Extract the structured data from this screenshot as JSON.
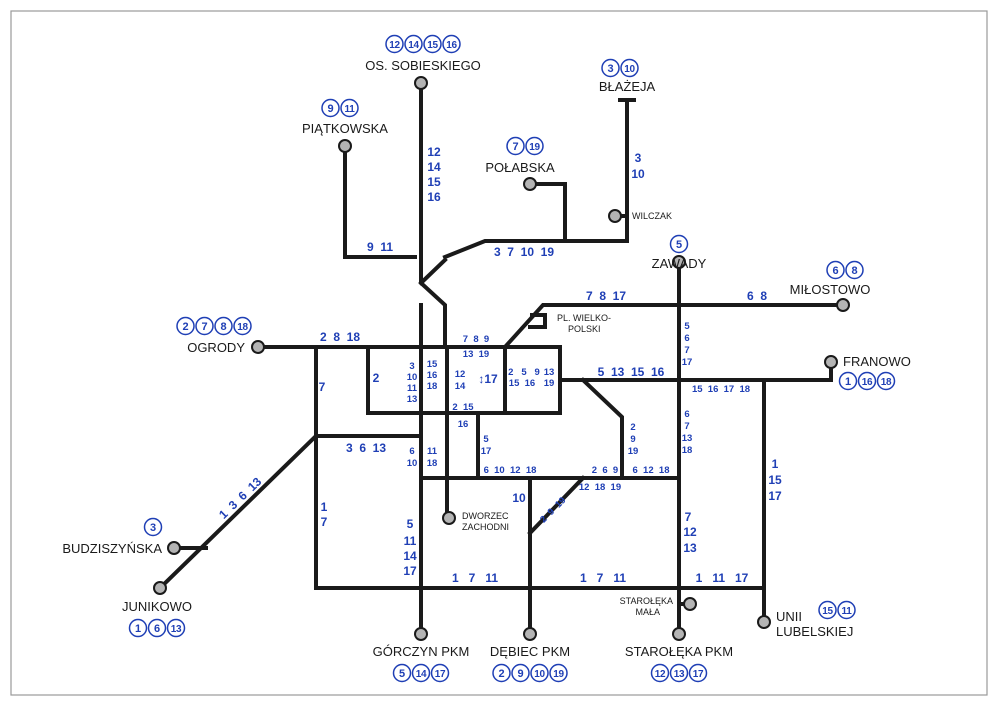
{
  "terminals": {
    "os_sobieskiego": {
      "name": "OS. SOBIESKIEGO",
      "lines": [
        "12",
        "14",
        "15",
        "16"
      ]
    },
    "blazeja": {
      "name": "BŁAŻEJA",
      "lines": [
        "3",
        "10"
      ]
    },
    "piatkowska": {
      "name": "PIĄTKOWSKA",
      "lines": [
        "9",
        "11"
      ]
    },
    "polabska": {
      "name": "POŁABSKA",
      "lines": [
        "7",
        "19"
      ]
    },
    "zawady": {
      "name": "ZAWADY",
      "lines": [
        "5"
      ]
    },
    "milostowo": {
      "name": "MIŁOSTOWO",
      "lines": [
        "6",
        "8"
      ]
    },
    "ogrody": {
      "name": "OGRODY",
      "lines": [
        "2",
        "7",
        "8",
        "18"
      ]
    },
    "franowo": {
      "name": "FRANOWO",
      "lines": [
        "1",
        "16",
        "18"
      ]
    },
    "budziszynska": {
      "name": "BUDZISZYŃSKA",
      "lines": [
        "3"
      ]
    },
    "junikowo": {
      "name": "JUNIKOWO",
      "lines": [
        "1",
        "6",
        "13"
      ]
    },
    "unii_lubelskiej": {
      "name1": "UNII",
      "name2": "LUBELSKIEJ",
      "lines": [
        "15",
        "11"
      ]
    },
    "gorczyn": {
      "name": "GÓRCZYN PKM",
      "lines": [
        "5",
        "14",
        "17"
      ]
    },
    "debiec": {
      "name": "DĘBIEC PKM",
      "lines": [
        "2",
        "9",
        "10",
        "19"
      ]
    },
    "staroleka_pkm": {
      "name": "STAROŁĘKA PKM",
      "lines": [
        "12",
        "13",
        "17"
      ]
    }
  },
  "stops": {
    "wilczak": "WILCZAK",
    "pl_wielkopolski_1": "PL. WIELKO-",
    "pl_wielkopolski_2": "POLSKI",
    "dworzec_1": "DWORZEC",
    "dworzec_2": "ZACHODNI",
    "staroleka_mala_1": "STAROŁĘKA",
    "staroleka_mala_2": "MAŁA"
  },
  "segment_labels": {
    "sobieskiego_trunk": [
      "12",
      "14",
      "15",
      "16"
    ],
    "blazeja_trunk": [
      "3",
      "10"
    ],
    "piatkowska_h": "9  11",
    "north_trunk": "3  7  10  19",
    "milostowo_trunk": "7  8  17",
    "milostowo_end": "6  8",
    "ogrody_trunk": "2  8  18",
    "center_top_1": "7  8  9",
    "center_top_2": "13  19",
    "center_left": "2",
    "center_col_a": [
      "3",
      "10",
      "11",
      "13"
    ],
    "center_col_b": [
      "15",
      "16",
      "18"
    ],
    "center_col_c": [
      "12",
      "14"
    ],
    "center_17": "↕17",
    "center_bottom": "2  15",
    "center_16": "16",
    "east_box_1": "2   5   9",
    "east_box_2": "15  16",
    "east_box_3": "13",
    "east_box_4": "19",
    "franowo_trunk": "5  13  15  16",
    "franowo_trunk_2": "15  16  17  18",
    "zawady_trunk": [
      "5",
      "6",
      "7",
      "17"
    ],
    "zawady_south": [
      "6",
      "7",
      "13",
      "18"
    ],
    "west_7": "7",
    "west_3613": "3  6  13",
    "mid_col_6": [
      "6",
      "11"
    ],
    "mid_col_10": [
      "10",
      "18"
    ],
    "col_517": [
      "5",
      "17"
    ],
    "row_61012": "6  10  12  18",
    "row_269": "2  6  9",
    "row_61218": "6  12  18",
    "row_121819": "12  18  19",
    "diag_2919": [
      "2",
      "9",
      "19"
    ],
    "diag_lower": "2  9  19",
    "debiec_10": "10",
    "junikowo_diag": "1  3  6  13",
    "west_17": [
      "1",
      "7"
    ],
    "gorczyn_trunk": [
      "5",
      "11",
      "14",
      "17"
    ],
    "south_row_a": "1   7   11",
    "south_row_b": "1   7   11",
    "south_row_c": "1   11   17",
    "staroleka_trunk": [
      "7",
      "12",
      "13"
    ],
    "franowo_south": [
      "1",
      "15",
      "17"
    ]
  }
}
